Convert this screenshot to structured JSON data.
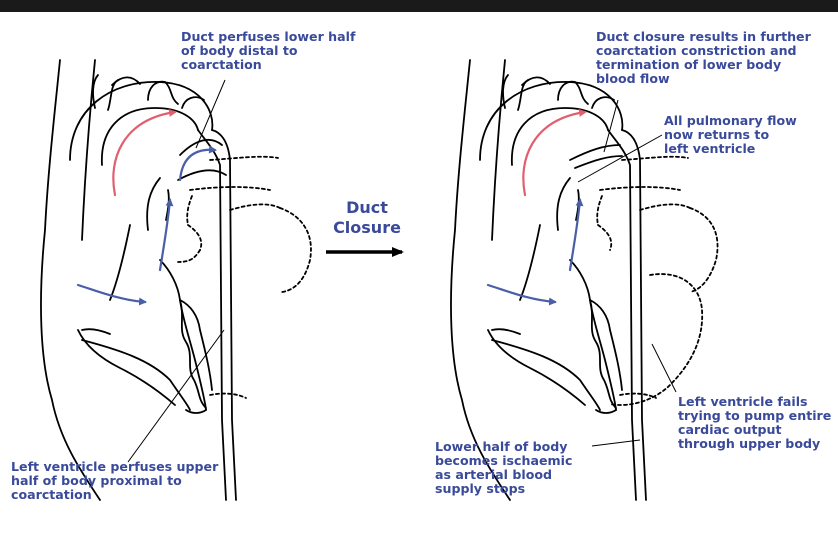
{
  "colors": {
    "text": "#3a4a9a",
    "arrow_blue": "#4a5fa8",
    "arrow_pink": "#e06070",
    "line": "#000000",
    "bar": "#1a1a1a"
  },
  "left_panel": {
    "duct_perfuses": "Duct perfuses lower half\nof body distal to\ncoarctation",
    "lv_perfuses": "Left ventricle perfuses upper\nhalf of body proximal to\ncoarctation"
  },
  "center": {
    "duct_closure": "Duct\nClosure"
  },
  "right_panel": {
    "duct_closure_results": "Duct closure results in further\ncoarctation constriction and\ntermination of lower body\nblood flow",
    "pulmonary_flow": "All pulmonary flow\nnow returns to\nleft ventricle",
    "lv_fails": "Left ventricle fails\ntrying to pump entire\ncardiac output\nthrough upper body",
    "lower_body": "Lower half of body\nbecomes ischaemic\nas arterial blood\nsupply stops"
  }
}
